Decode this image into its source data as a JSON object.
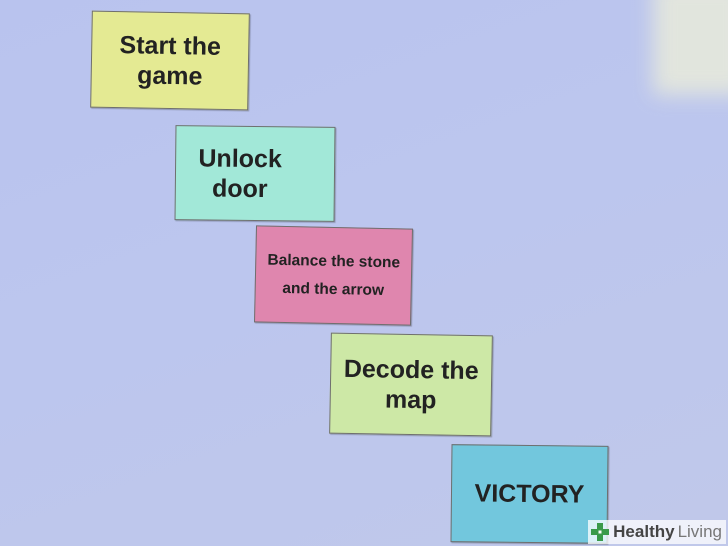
{
  "steps": [
    {
      "label": "Start the\ngame",
      "color": "#e4ea93"
    },
    {
      "label": "Unlock\ndoor",
      "color": "#a2e8d8"
    },
    {
      "label": "Balance the stone\nand the arrow",
      "color": "#df86ae"
    },
    {
      "label": "Decode the\nmap",
      "color": "#cde8a6"
    },
    {
      "label": "VICTORY",
      "color": "#72c7dd"
    }
  ],
  "watermark": {
    "brand_bold": "Healthy",
    "brand_light": "Living",
    "icon": "plus-cross-icon"
  }
}
